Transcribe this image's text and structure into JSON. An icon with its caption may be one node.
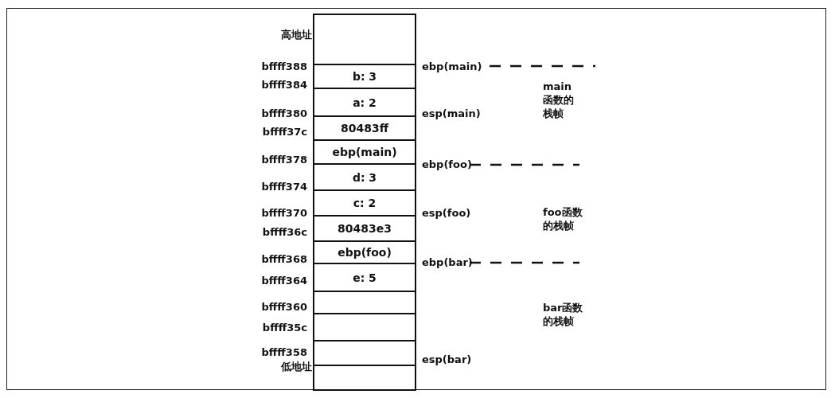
{
  "diagram": {
    "nodes": [
      {
        "text": [],
        "shape": "box"
      },
      {
        "text": [
          "b: 3"
        ]
      },
      {
        "text": [
          "a: 2"
        ]
      },
      {
        "text": [
          "80483ff"
        ]
      },
      {
        "text": [
          "ebp(main)"
        ]
      },
      {
        "text": [
          "d: 3"
        ]
      },
      {
        "text": [
          "c: 2"
        ]
      },
      {
        "text": [
          "80483e3"
        ]
      },
      {
        "text": [
          "ebp(foo)"
        ]
      },
      {
        "text": [
          "e: 5"
        ]
      },
      {
        "text": [],
        "shape": "box"
      },
      {
        "text": [],
        "shape": "box"
      },
      {
        "text": [],
        "shape": "box"
      },
      {
        "text": [],
        "shape": "box"
      }
    ],
    "labels": [
      "高地址",
      "bffff388",
      "ebp(main)",
      "bffff384",
      "main函数的栈帧",
      "bffff380",
      "esp(main)",
      "bffff37c",
      "bffff378",
      "ebp(foo)",
      "bffff374",
      "foo函数的栈帧",
      "bffff370",
      "esp(foo)",
      "bffff36c",
      "bffff368",
      "ebp(bar)",
      "bffff364",
      "bffff360",
      "bar函数的栈帧",
      "bffff35c",
      "bffff358",
      "esp(bar)",
      "低地址"
    ]
  }
}
